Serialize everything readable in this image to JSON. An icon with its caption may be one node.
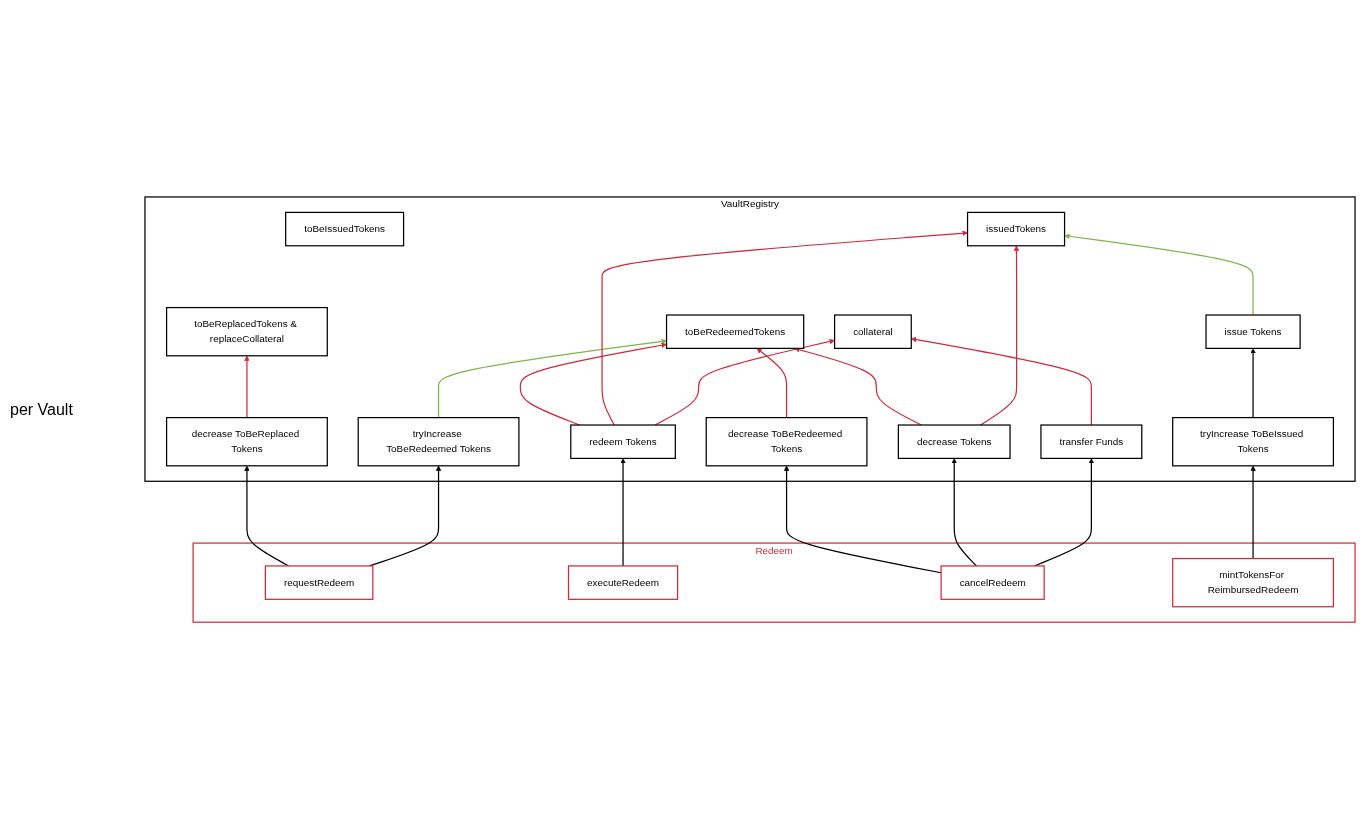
{
  "diagram": {
    "nodes": [
      {
        "text": [
          "VaultRegistry"
        ]
      },
      {
        "text": [
          "toBeReplacedTokens & replaceCollateral"
        ],
        "in": 0
      },
      {
        "text": [
          "toBeIssuedTokens"
        ],
        "in": 0
      },
      {
        "text": [
          "toBeRedeemedTokens"
        ],
        "in": 0
      },
      {
        "text": [
          "issuedTokens"
        ],
        "in": 0
      },
      {
        "text": [
          "collateral"
        ],
        "in": 0
      },
      {
        "text": [
          "decrease ToBeReplaced Tokens"
        ],
        "in": 0
      },
      {
        "text": [
          "tryIncrease ToBeRedeemed Tokens"
        ],
        "in": 0
      },
      {
        "text": [
          "redeem Tokens"
        ],
        "in": 0
      },
      {
        "text": [
          "decrease ToBeRedeemed Tokens"
        ],
        "in": 0
      },
      {
        "text": [
          "decrease Tokens"
        ],
        "in": 0
      },
      {
        "text": [
          "transfer Funds"
        ],
        "in": 0
      },
      {
        "text": [
          "issue Tokens"
        ],
        "in": 0
      },
      {
        "text": [
          "tryIncrease ToBeIssued Tokens"
        ],
        "in": 0
      },
      {
        "text": [
          "Redeem"
        ]
      },
      {
        "text": [
          "requestRedeem"
        ],
        "in": 14
      },
      {
        "text": [
          "executeRedeem"
        ],
        "in": 14
      },
      {
        "text": [
          "cancelRedeem"
        ],
        "in": 14
      },
      {
        "text": [
          "mintTokensFor ReimbursedRedeem"
        ],
        "in": 14
      }
    ],
    "edges": [
      {
        "from": 6,
        "to": 1,
        "arrow": "to"
      },
      {
        "from": 7,
        "to": 3,
        "arrow": "to",
        "color": "#7ab648"
      },
      {
        "from": 8,
        "to": 3,
        "arrow": "to"
      },
      {
        "from": 8,
        "to": 4,
        "arrow": "to"
      },
      {
        "from": 8,
        "to": 5,
        "arrow": "to"
      },
      {
        "from": 9,
        "to": 3,
        "arrow": "to"
      },
      {
        "from": 10,
        "to": 3,
        "arrow": "to"
      },
      {
        "from": 10,
        "to": 4,
        "arrow": "to"
      },
      {
        "from": 11,
        "to": 5,
        "arrow": "to"
      },
      {
        "from": 12,
        "to": 4,
        "arrow": "to",
        "color": "#7ab648"
      },
      {
        "from": 13,
        "to": 12,
        "arrow": "to",
        "color": "#000000"
      },
      {
        "from": 15,
        "to": 6,
        "arrow": "to",
        "color": "#000000"
      },
      {
        "from": 15,
        "to": 7,
        "arrow": "to",
        "color": "#000000"
      },
      {
        "from": 16,
        "to": 8,
        "arrow": "to",
        "color": "#000000"
      },
      {
        "from": 17,
        "to": 9,
        "arrow": "to",
        "color": "#000000"
      },
      {
        "from": 17,
        "to": 10,
        "arrow": "to",
        "color": "#000000"
      },
      {
        "from": 17,
        "to": 11,
        "arrow": "to",
        "color": "#000000"
      },
      {
        "from": 18,
        "to": 13,
        "arrow": "to",
        "color": "#000000"
      }
    ],
    "labels": [
      "per Vault"
    ]
  }
}
